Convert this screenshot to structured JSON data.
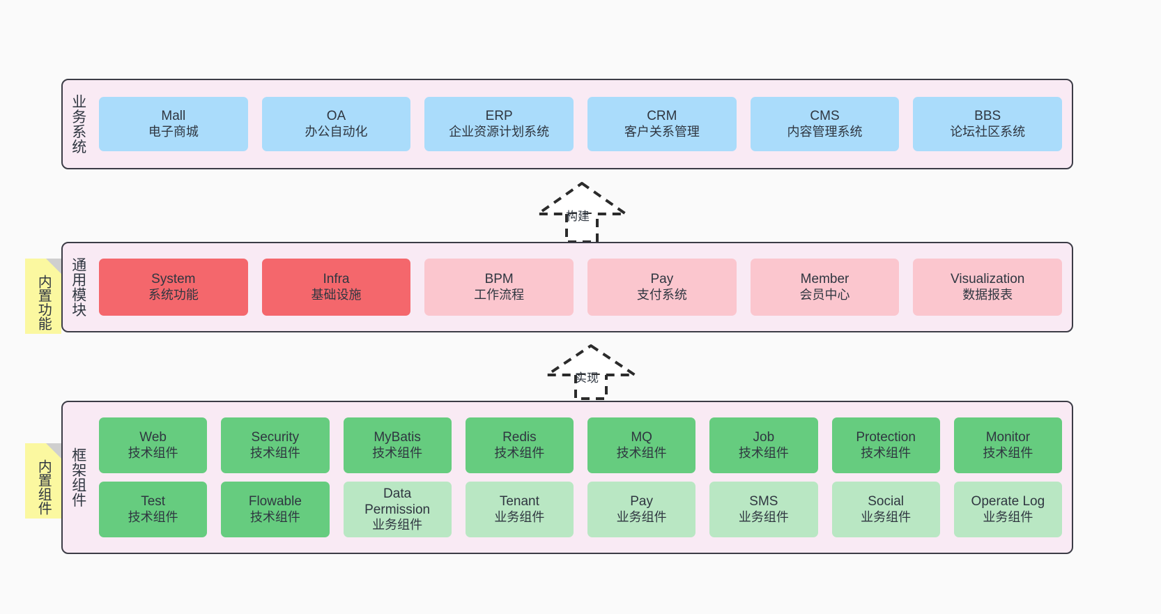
{
  "theme": {
    "background": "#fafafa",
    "band_fill": "#f9eaf4",
    "band_stroke": "#3c3c46",
    "blue": "#aadcfb",
    "red": "#f4676c",
    "pink": "#fbc6ce",
    "green": "#66cc7f",
    "green_light": "#b9e7c3",
    "note_yellow": "#fbf8a0",
    "text": "#2f3640"
  },
  "layers": [
    {
      "id": "business-system",
      "title": "业务系统",
      "rows": [
        {
          "nodes": [
            {
              "name": "Mall",
              "sub": "电子商城",
              "color": "blue"
            },
            {
              "name": "OA",
              "sub": "办公自动化",
              "color": "blue"
            },
            {
              "name": "ERP",
              "sub": "企业资源计划系统",
              "color": "blue"
            },
            {
              "name": "CRM",
              "sub": "客户关系管理",
              "color": "blue"
            },
            {
              "name": "CMS",
              "sub": "内容管理系统",
              "color": "blue"
            },
            {
              "name": "BBS",
              "sub": "论坛社区系统",
              "color": "blue"
            }
          ]
        }
      ]
    },
    {
      "id": "common-module",
      "title": "通用模块",
      "note": "内置功能",
      "rows": [
        {
          "nodes": [
            {
              "name": "System",
              "sub": "系统功能",
              "color": "red"
            },
            {
              "name": "Infra",
              "sub": "基础设施",
              "color": "red"
            },
            {
              "name": "BPM",
              "sub": "工作流程",
              "color": "pink"
            },
            {
              "name": "Pay",
              "sub": "支付系统",
              "color": "pink"
            },
            {
              "name": "Member",
              "sub": "会员中心",
              "color": "pink"
            },
            {
              "name": "Visualization",
              "sub": "数据报表",
              "color": "pink"
            }
          ]
        }
      ]
    },
    {
      "id": "framework-component",
      "title": "框架组件",
      "note": "内置组件",
      "rows": [
        {
          "nodes": [
            {
              "name": "Web",
              "sub": "技术组件",
              "color": "green"
            },
            {
              "name": "Security",
              "sub": "技术组件",
              "color": "green"
            },
            {
              "name": "MyBatis",
              "sub": "技术组件",
              "color": "green"
            },
            {
              "name": "Redis",
              "sub": "技术组件",
              "color": "green"
            },
            {
              "name": "MQ",
              "sub": "技术组件",
              "color": "green"
            },
            {
              "name": "Job",
              "sub": "技术组件",
              "color": "green"
            },
            {
              "name": "Protection",
              "sub": "技术组件",
              "color": "green"
            },
            {
              "name": "Monitor",
              "sub": "技术组件",
              "color": "green"
            }
          ]
        },
        {
          "nodes": [
            {
              "name": "Test",
              "sub": "技术组件",
              "color": "green"
            },
            {
              "name": "Flowable",
              "sub": "技术组件",
              "color": "green"
            },
            {
              "name": "Data Permission",
              "sub": "业务组件",
              "color": "green_light"
            },
            {
              "name": "Tenant",
              "sub": "业务组件",
              "color": "green_light"
            },
            {
              "name": "Pay",
              "sub": "业务组件",
              "color": "green_light"
            },
            {
              "name": "SMS",
              "sub": "业务组件",
              "color": "green_light"
            },
            {
              "name": "Social",
              "sub": "业务组件",
              "color": "green_light"
            },
            {
              "name": "Operate Log",
              "sub": "业务组件",
              "color": "green_light"
            }
          ]
        }
      ]
    }
  ],
  "connectors": [
    {
      "id": "build",
      "label": "构建",
      "from": "common-module",
      "to": "business-system"
    },
    {
      "id": "implement",
      "label": "实现",
      "from": "framework-component",
      "to": "common-module"
    }
  ]
}
